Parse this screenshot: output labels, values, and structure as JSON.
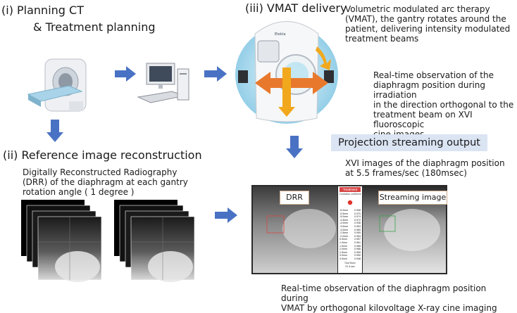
{
  "sections": {
    "planning_line1": "(i) Planning CT",
    "planning_line2": "& Treatment planning",
    "vmat_title": "(iii) VMAT delivery",
    "reference_title": "(ii) Reference image reconstruction"
  },
  "vmat_description": [
    "Volumetric modulated arc therapy",
    "(VMAT), the gantry rotates around the",
    "patient, delivering intensity modulated",
    "treatment beams"
  ],
  "realtime_description": [
    "Real-time observation of the",
    "diaphragm position during irradiation",
    "in the direction orthogonal to the",
    "treatment beam on XVI fluoroscopic",
    "cine images"
  ],
  "drr_description": [
    "Digitally Reconstructed Radiography",
    "(DRR) of the diaphragm at each gantry",
    "rotation angle ( 1 degree )"
  ],
  "streaming_label": "Projection streaming output",
  "xvi_description": [
    "XVI images of the diaphragm position",
    "at 5.5 frames/sec (180msec)"
  ],
  "bottom_caption": [
    "Real-time observation of the diaphragm position during",
    "VMAT by orthogonal kilovoltage X-ray cine imaging"
  ],
  "linac_brand": "Elekta",
  "result_labels": {
    "drr": "DRR",
    "streaming": "Streaming image",
    "treatment": "Treatment",
    "correlation": "Correlation coefficient",
    "total_beam": "Total Beam",
    "total_value": "21.3",
    "total_unit": "sec"
  },
  "table_rows": [
    [
      "-6.0mm",
      "0.958"
    ],
    [
      "-5.5mm",
      "0.970"
    ],
    [
      "-5.0mm",
      "0.974"
    ],
    [
      "-4.5mm",
      "0.972"
    ],
    [
      "-4.0mm",
      "0.938"
    ],
    [
      "-3.5mm",
      "0.953"
    ],
    [
      "-3.0mm",
      "0.969"
    ],
    [
      "-2.5mm",
      "0.959"
    ],
    [
      "-2.0mm",
      "0.954"
    ],
    [
      "0.5mm",
      "0.957"
    ],
    [
      "1.0mm",
      "0.961"
    ],
    [
      "1.5mm",
      "0.968"
    ],
    [
      "2.0mm",
      "0.966"
    ],
    [
      "2.5mm",
      "0.959"
    ],
    [
      "3.0mm",
      "0.950"
    ],
    [
      "3.5mm",
      "0.948"
    ]
  ],
  "colors": {
    "arrow_blue": "#4a72c4",
    "beam_orange": "#e8792c",
    "beam_yellow": "#f2a81d",
    "treatment_red": "#d94848",
    "stream_box": "#dbe4f3"
  },
  "icons": [
    "ct-scanner-icon",
    "workstation-icon",
    "linac-icon",
    "drr-stack-icon"
  ]
}
